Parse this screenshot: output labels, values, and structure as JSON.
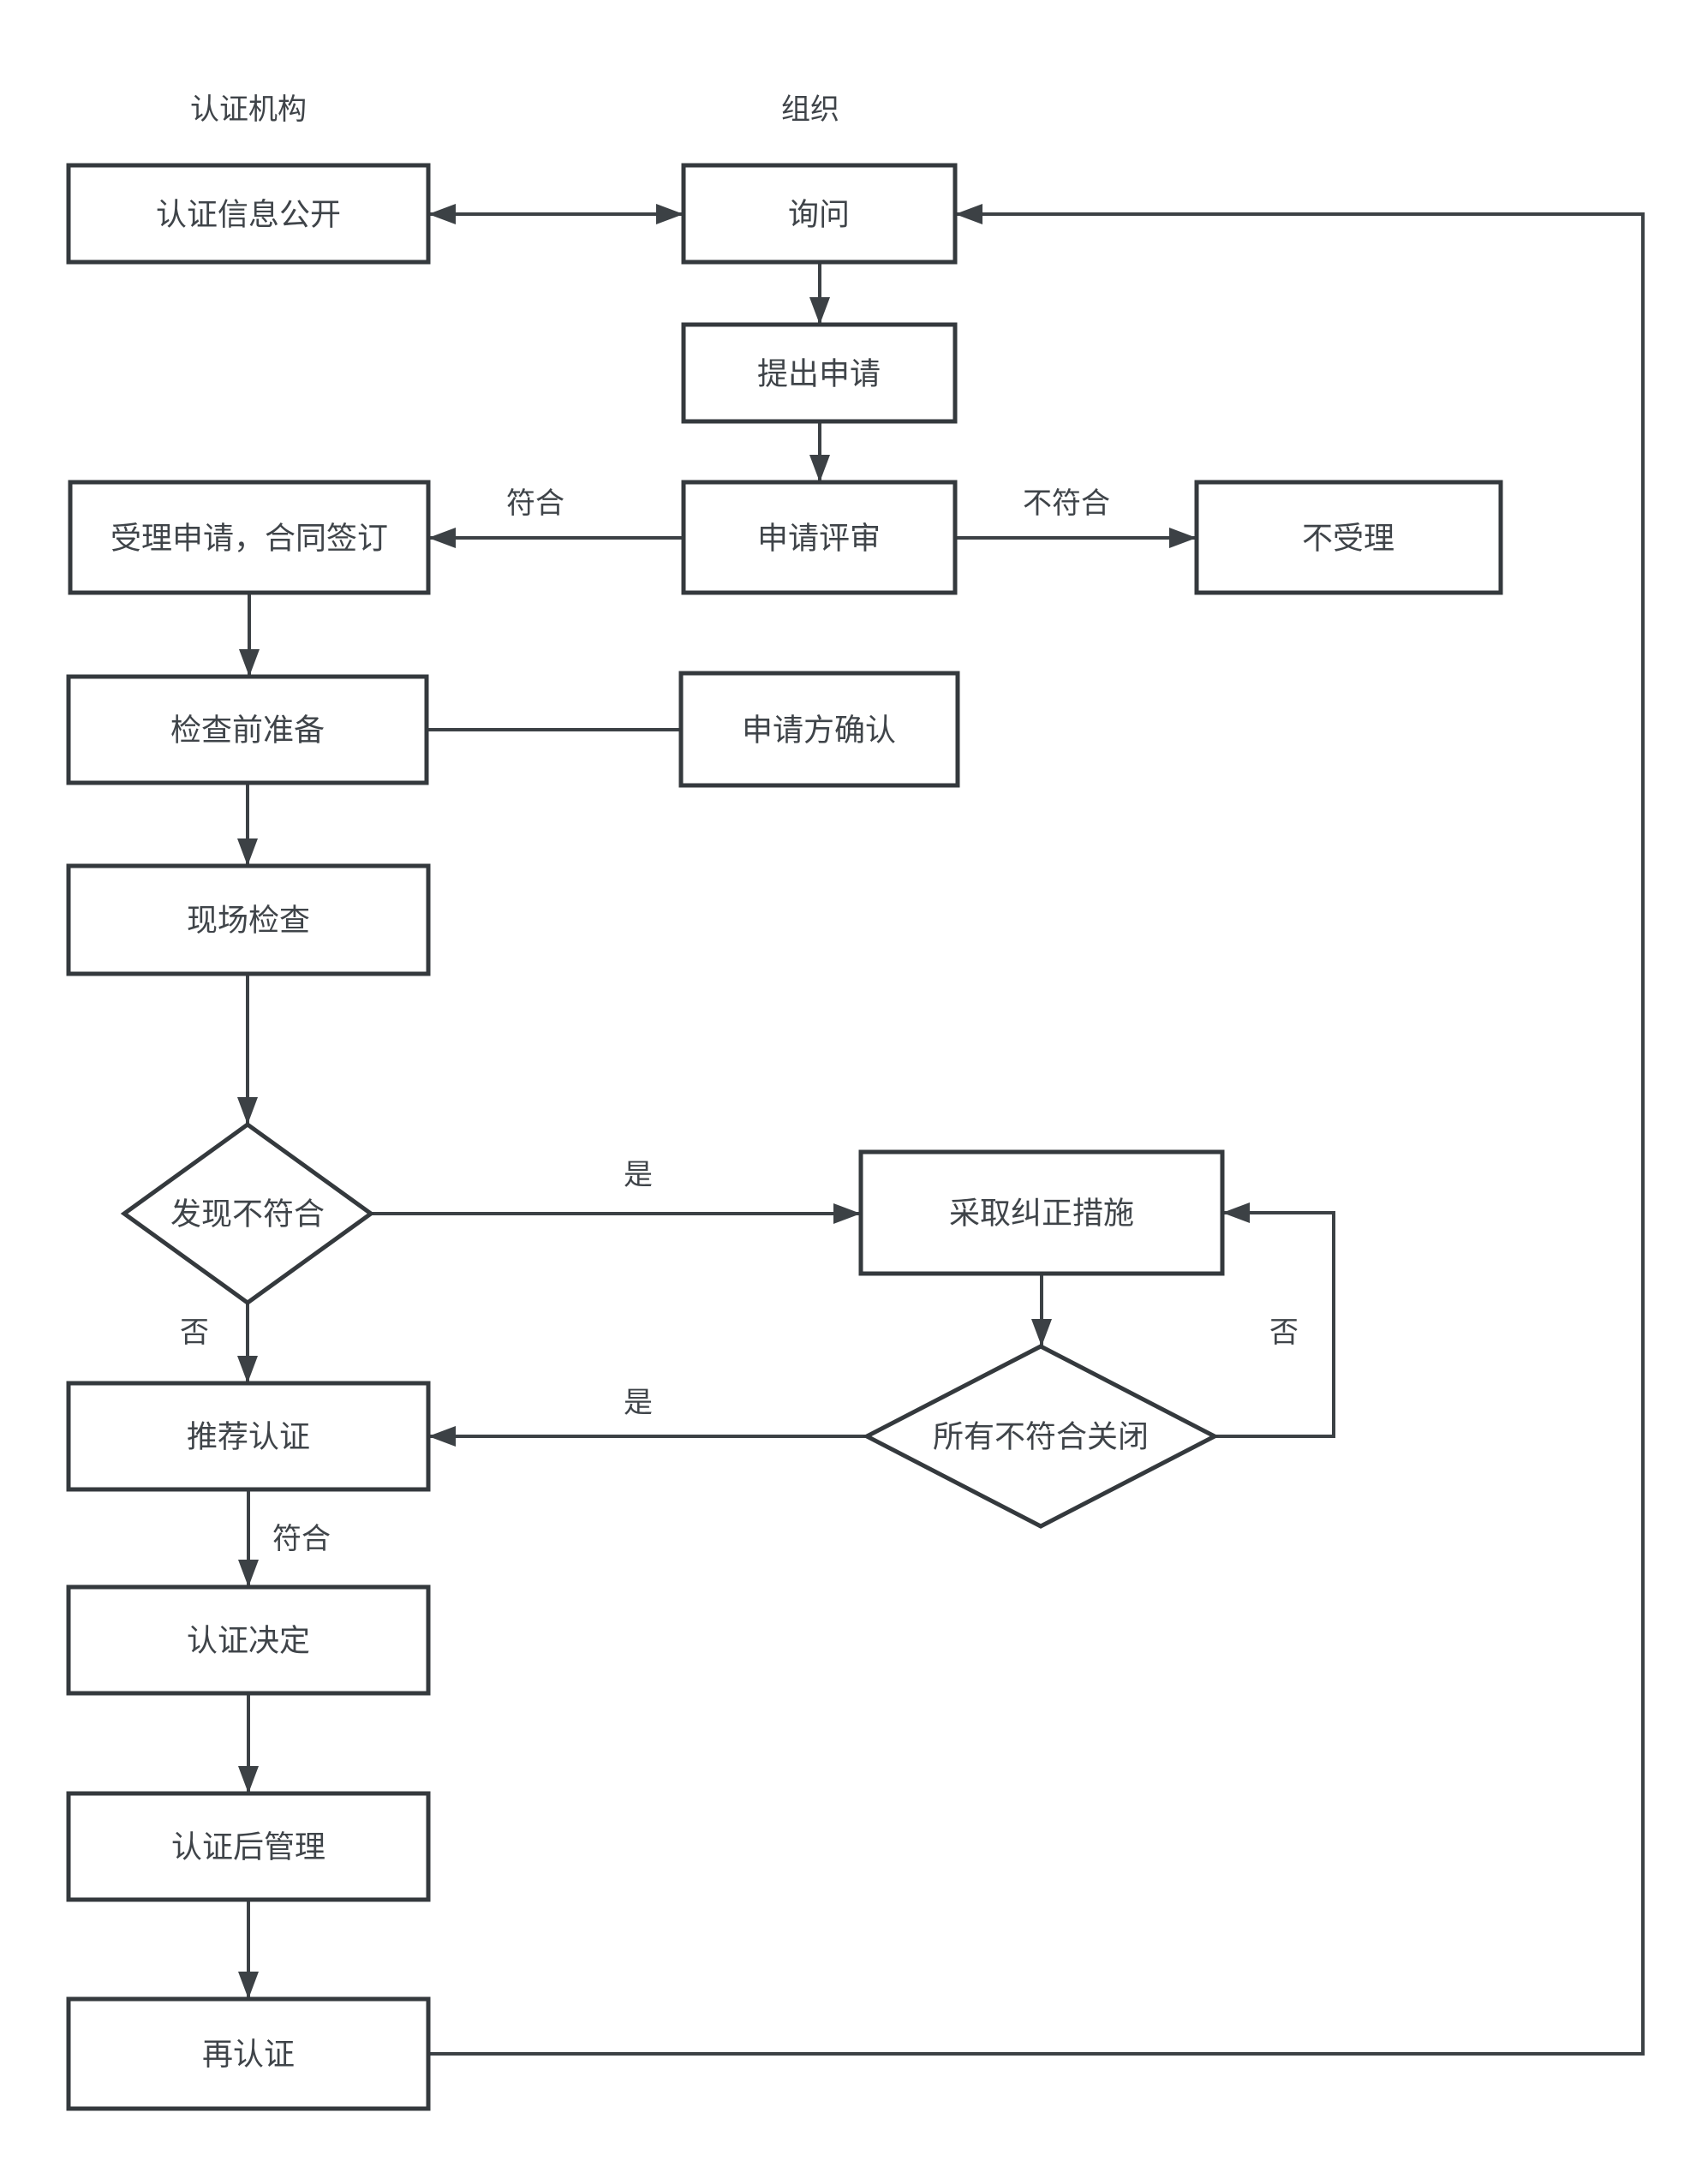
{
  "lanes": {
    "left_header": "认证机构",
    "center_header": "组织"
  },
  "nodes": {
    "renzheng_xinxi_gongkai": {
      "label": "认证信息公开",
      "type": "process"
    },
    "xunwen": {
      "label": "询问",
      "type": "process"
    },
    "tichu_shenqing": {
      "label": "提出申请",
      "type": "process"
    },
    "shenqing_pingshen": {
      "label": "申请评审",
      "type": "process"
    },
    "shouli_shenqing": {
      "label": "受理申请，合同签订",
      "type": "process"
    },
    "bu_shouli": {
      "label": "不受理",
      "type": "process"
    },
    "jiancha_qian_zhunbei": {
      "label": "检查前准备",
      "type": "process"
    },
    "shenqingfang_queren": {
      "label": "申请方确认",
      "type": "process"
    },
    "xianchang_jiancha": {
      "label": "现场检查",
      "type": "process"
    },
    "faxian_bufuhe": {
      "label": "发现不符合",
      "type": "decision"
    },
    "caiqu_jiuzheng_cuoshi": {
      "label": "采取纠正措施",
      "type": "process"
    },
    "suoyou_bufuhe_guanbi": {
      "label": "所有不符合关闭",
      "type": "decision"
    },
    "tuijian_renzheng": {
      "label": "推荐认证",
      "type": "process"
    },
    "renzheng_jueding": {
      "label": "认证决定",
      "type": "process"
    },
    "renzheng_hou_guanli": {
      "label": "认证后管理",
      "type": "process"
    },
    "zai_renzheng": {
      "label": "再认证",
      "type": "process"
    }
  },
  "edge_labels": {
    "pingshen_fuhe": "符合",
    "pingshen_bufuhe": "不符合",
    "faxian_shi": "是",
    "faxian_fou": "否",
    "guanbi_shi": "是",
    "guanbi_fou": "否",
    "tuijian_fuhe": "符合"
  },
  "colors": {
    "background": "#ffffff",
    "stroke": "#34393d",
    "line": "#3c4145",
    "text": "#3f4449"
  }
}
